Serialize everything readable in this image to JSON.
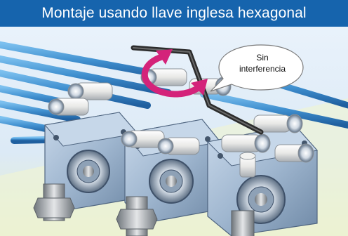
{
  "header": {
    "title": "Montaje usando llave inglesa hexagonal"
  },
  "callout": {
    "line1": "Sin",
    "line2": "interferencia"
  },
  "colors": {
    "title_bar": "#1664ad",
    "tube_blue": "#3f8fcf",
    "rotation_arrow": "#d4237a",
    "cylinder_body": "#9fb6cf",
    "fitting": "#e8e8e6"
  },
  "icons": {
    "rotation": "rotation-arrow-icon",
    "wrench": "hex-wrench-icon"
  }
}
